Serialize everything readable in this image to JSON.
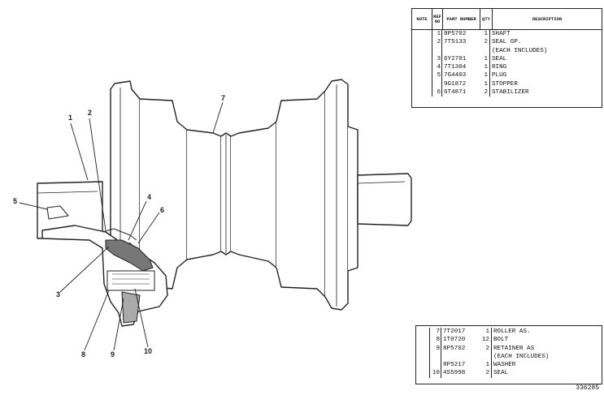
{
  "parts_table_top": {
    "headers": {
      "note": "NOTE",
      "ref": "REF NO",
      "part": "PART NUMBER",
      "qty": "QTY",
      "desc": "DESCRIPTION"
    },
    "rows": [
      {
        "ref": "1",
        "part": "8P5702",
        "qty": "1",
        "desc": "SHAFT"
      },
      {
        "ref": "2",
        "part": "7T5133",
        "qty": "2",
        "desc": "SEAL GP."
      },
      {
        "ref": "",
        "part": "",
        "qty": "",
        "desc": "(EACH INCLUDES)"
      },
      {
        "ref": "3",
        "part": "6Y2701",
        "qty": "1",
        "desc": "SEAL"
      },
      {
        "ref": "4",
        "part": "7T1304",
        "qty": "1",
        "desc": "RING"
      },
      {
        "ref": "5",
        "part": "7G4403",
        "qty": "1",
        "desc": "PLUG"
      },
      {
        "ref": "",
        "part": "9G1872",
        "qty": "1",
        "desc": "STOPPER"
      },
      {
        "ref": "6",
        "part": "6T4871",
        "qty": "2",
        "desc": "STABILIZER"
      }
    ]
  },
  "parts_table_bottom": {
    "rows": [
      {
        "ref": "7",
        "part": "7T2017",
        "qty": "1",
        "desc": "ROLLER AS."
      },
      {
        "ref": "8",
        "part": "1T0720",
        "qty": "12",
        "desc": "BOLT"
      },
      {
        "ref": "9",
        "part": "8P5702",
        "qty": "2",
        "desc": "RETAINER AS"
      },
      {
        "ref": "",
        "part": "",
        "qty": "",
        "desc": "(EACH INCLUDES)"
      },
      {
        "ref": "",
        "part": "8P5217",
        "qty": "1",
        "desc": "WASHER"
      },
      {
        "ref": "10",
        "part": "4S5998",
        "qty": "2",
        "desc": "SEAL"
      }
    ]
  },
  "callouts": [
    "1",
    "2",
    "3",
    "4",
    "5",
    "6",
    "7",
    "8",
    "9",
    "10"
  ],
  "drawing_number": "336285"
}
